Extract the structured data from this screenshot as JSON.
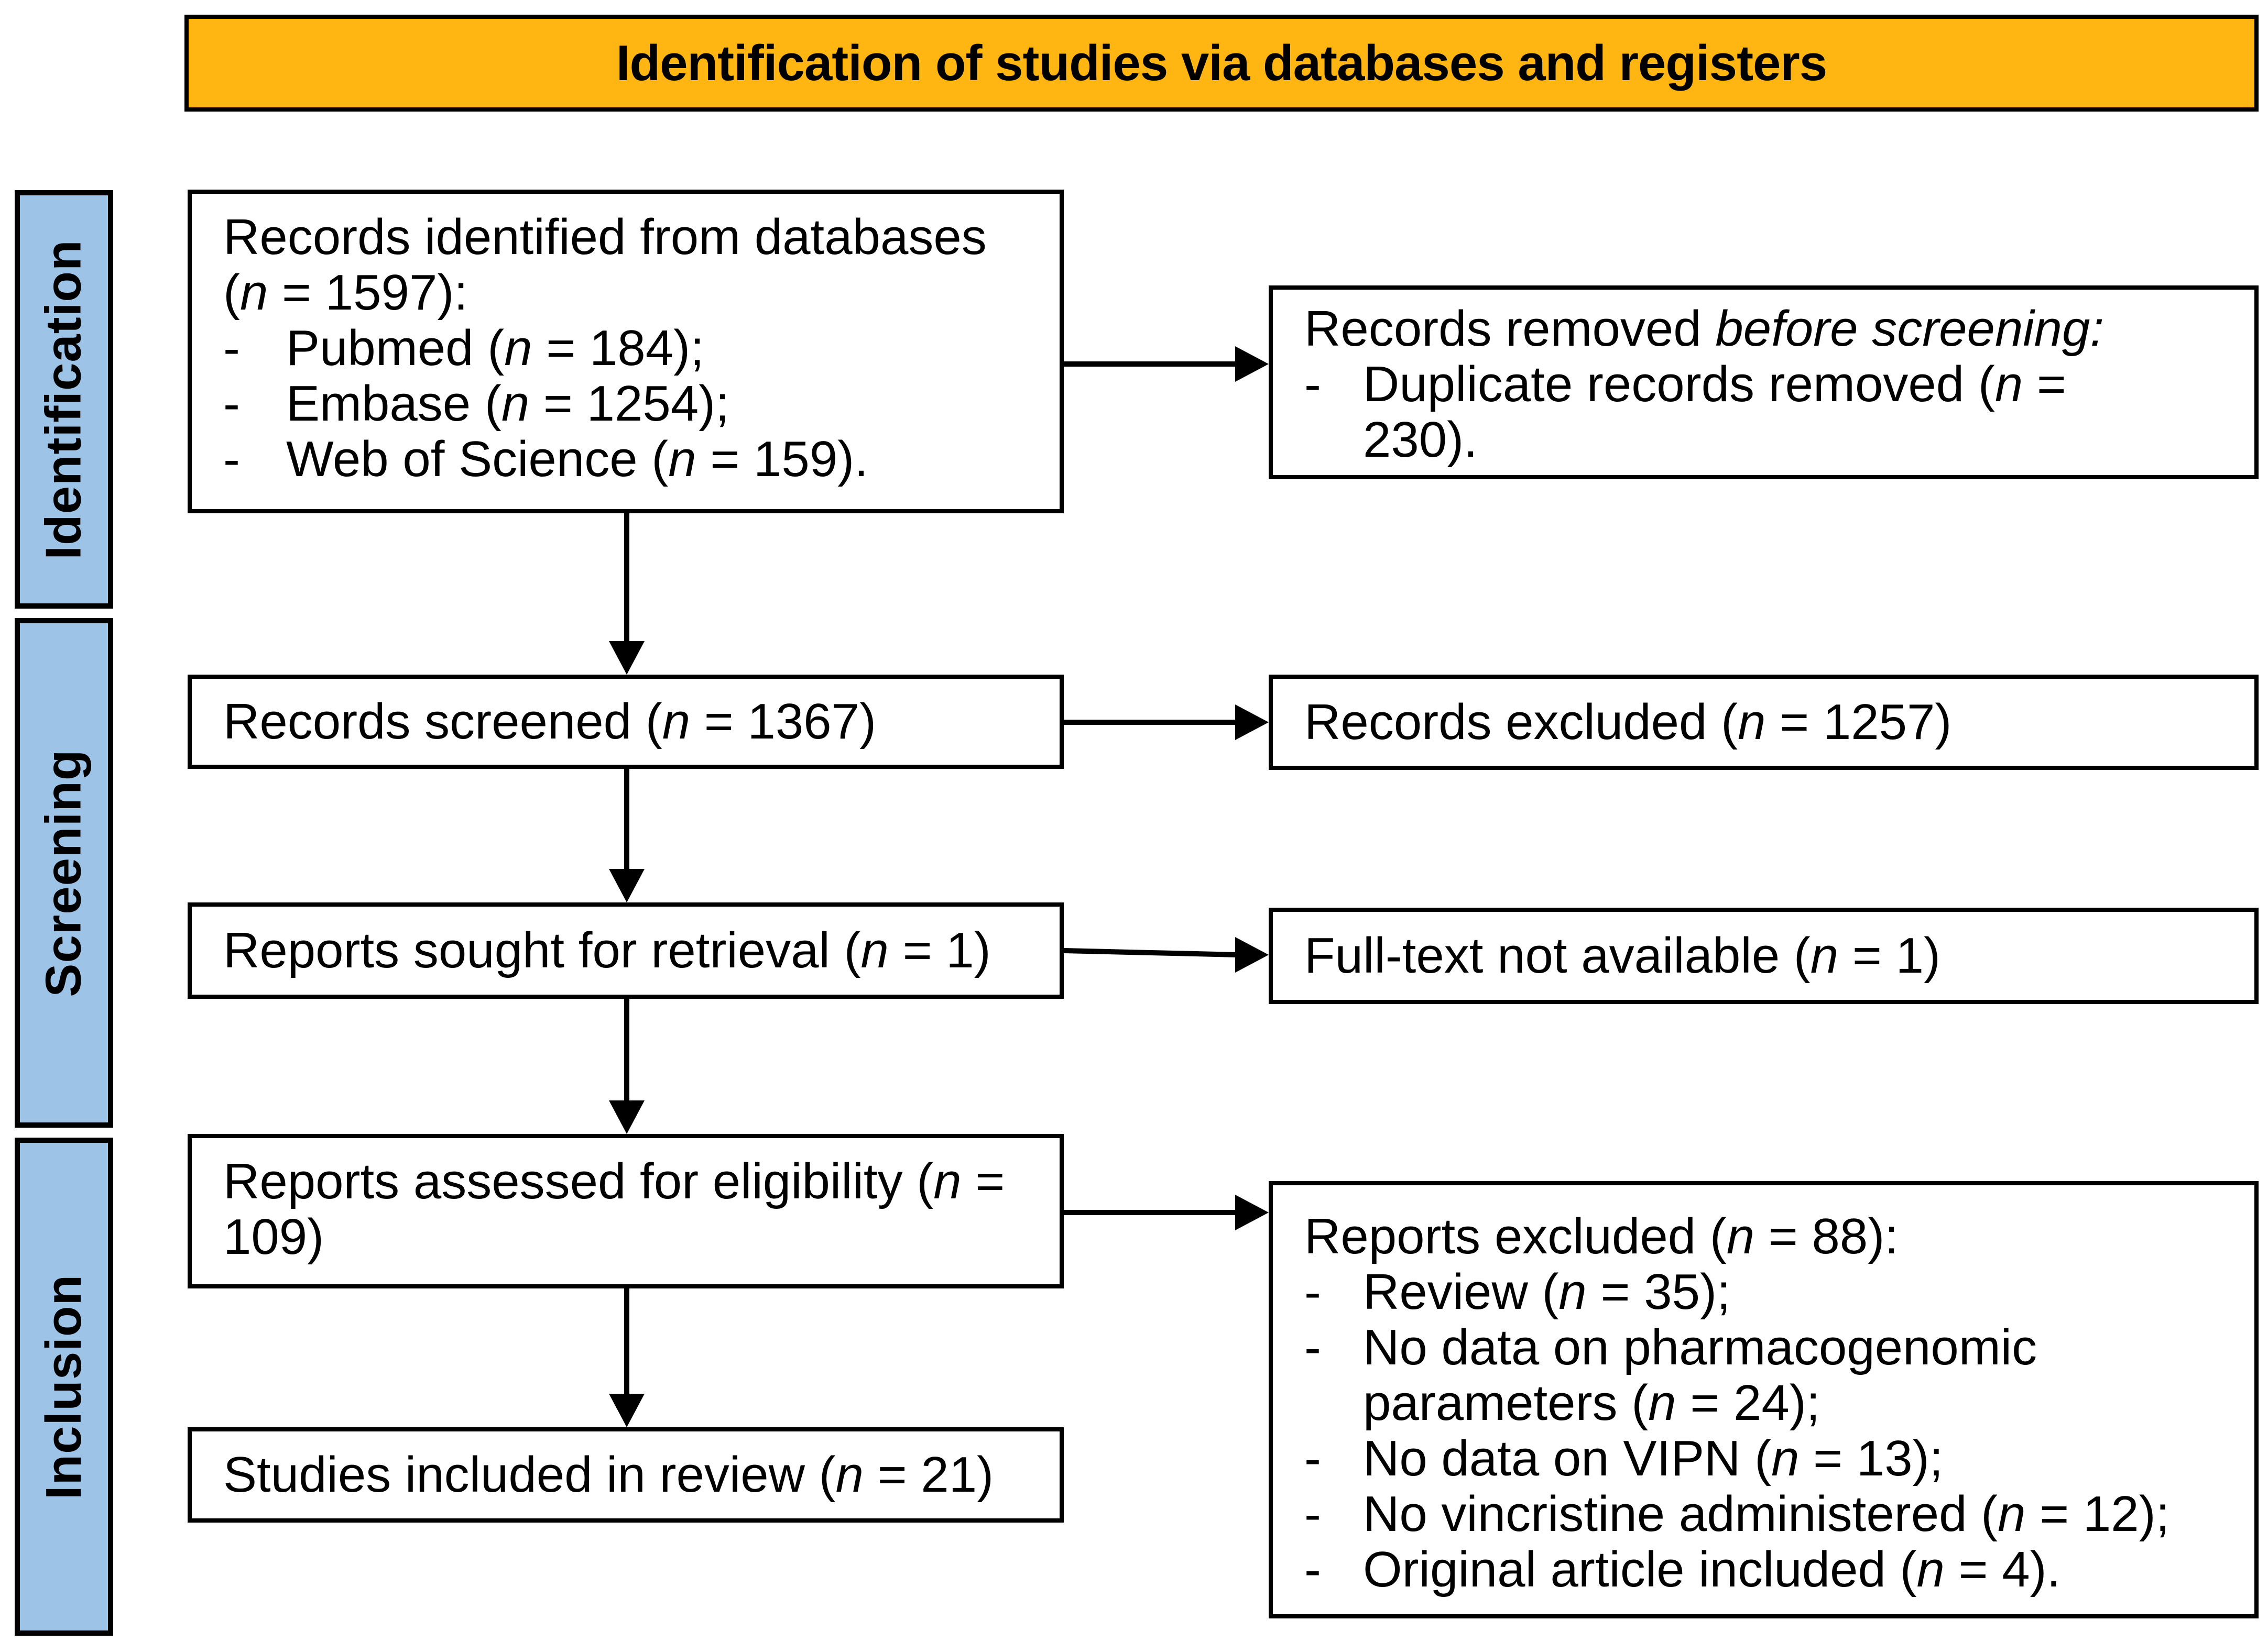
{
  "banner": {
    "title": "Identification of studies via databases and registers"
  },
  "colors": {
    "banner_bg": "#FFB612",
    "stage_bg": "#9DC3E6",
    "box_border": "#000000"
  },
  "chars": {
    "bullet": "-"
  },
  "stages": [
    {
      "label": "Identification"
    },
    {
      "label": "Screening"
    },
    {
      "label": "Inclusion"
    }
  ],
  "flow": {
    "records_identified": {
      "line1": "Records identified from databases",
      "line2": "(*n* = 1597):",
      "bullets": [
        "Pubmed (*n* = 184);",
        "Embase (*n* = 1254);",
        "Web of Science (*n* = 159)."
      ]
    },
    "records_screened": {
      "text": "Records screened (*n* = 1367)"
    },
    "reports_sought": {
      "text": "Reports sought for retrieval (*n* = 1)"
    },
    "reports_assessed": {
      "line1": "Reports assessed for eligibility (*n* =",
      "line2": "109)"
    },
    "studies_included": {
      "text": "Studies included in review (*n* = 21)"
    }
  },
  "exclusions": {
    "records_removed": {
      "intro": "Records removed *before screening:*",
      "bullets": [
        "Duplicate records removed (*n* = 230)."
      ]
    },
    "records_excluded": {
      "text": "Records excluded (*n* = 1257)"
    },
    "fulltext_unavailable": {
      "text": "Full-text not available (*n* = 1)"
    },
    "reports_excluded": {
      "intro": "Reports excluded (*n* = 88):",
      "bullets": [
        "Review (*n* = 35);",
        "No data on pharmacogenomic parameters (*n* = 24);",
        "No data on VIPN (*n* = 13);",
        "No vincristine administered (*n* = 12);",
        "Original article included (*n* = 4)."
      ]
    }
  }
}
